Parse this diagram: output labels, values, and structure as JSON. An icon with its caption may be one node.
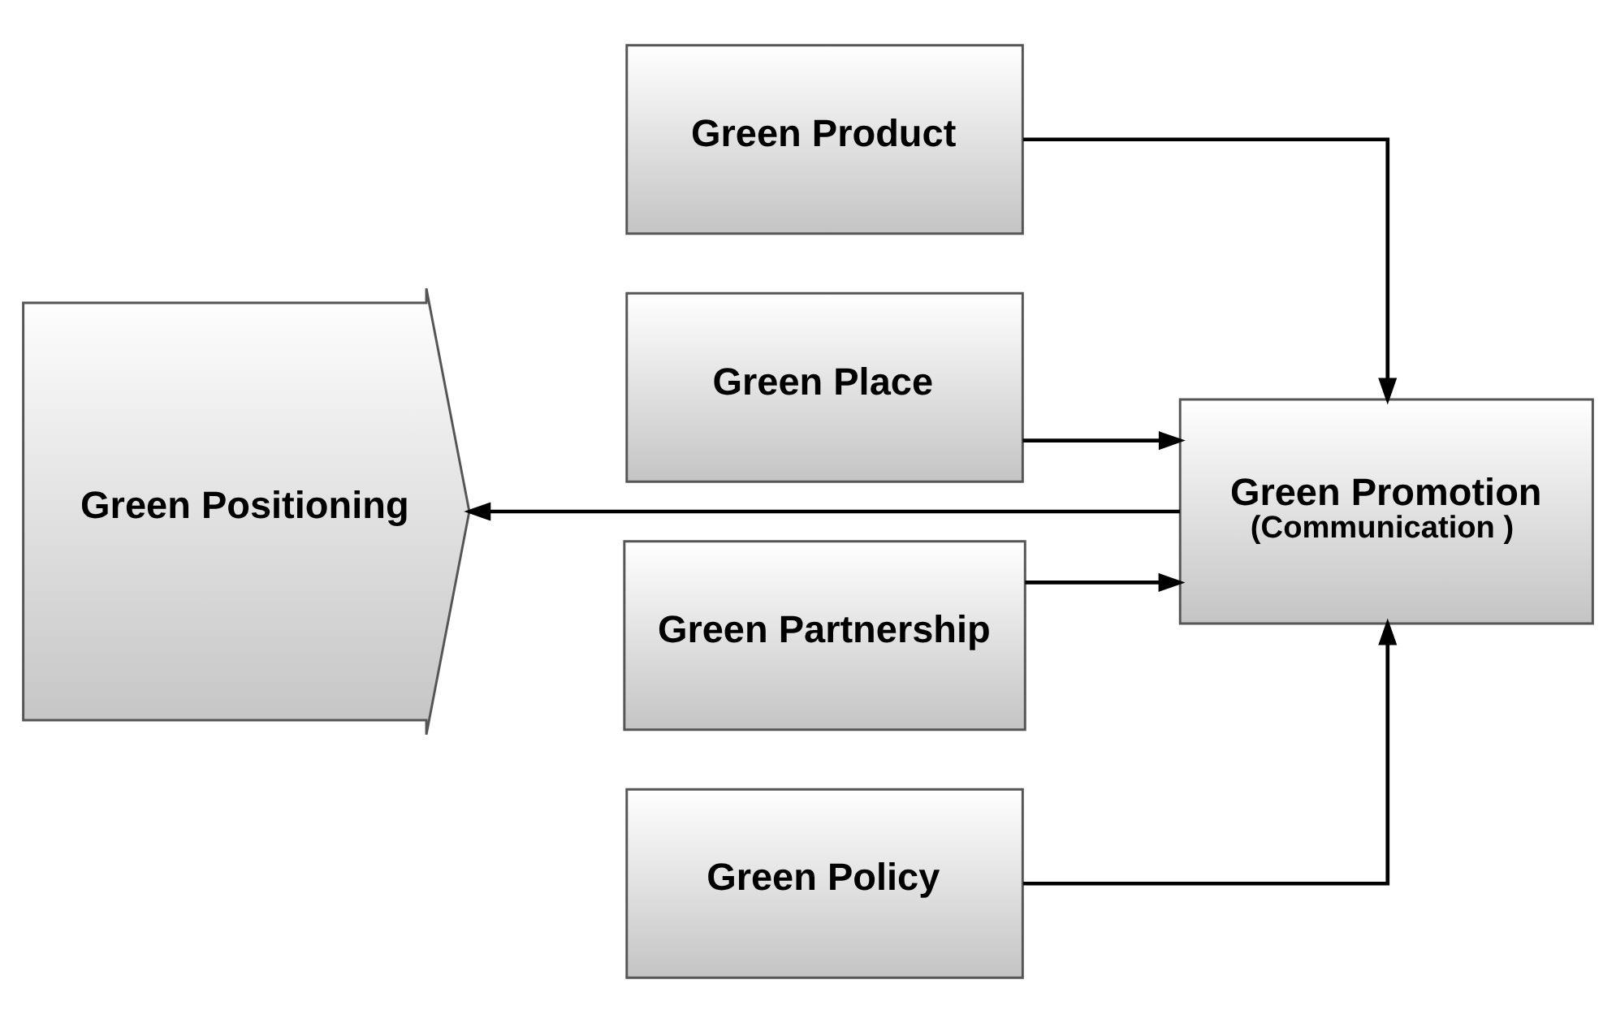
{
  "diagram": {
    "nodes": [
      {
        "text": [
          "Green Positioning"
        ]
      },
      {
        "text": [
          "Green Product"
        ]
      },
      {
        "text": [
          "Green Place"
        ]
      },
      {
        "text": [
          "Green Partnership"
        ]
      },
      {
        "text": [
          "Green Policy"
        ]
      },
      {
        "text": [
          "Green Promotion",
          "(Communication )"
        ]
      }
    ],
    "edges": [
      {
        "from": 1,
        "to": 5,
        "arrow": "to"
      },
      {
        "from": 2,
        "to": 5,
        "arrow": "to"
      },
      {
        "from": 3,
        "to": 5,
        "arrow": "to"
      },
      {
        "from": 4,
        "to": 5,
        "arrow": "to"
      },
      {
        "from": 5,
        "to": 0,
        "arrow": "to"
      }
    ]
  }
}
